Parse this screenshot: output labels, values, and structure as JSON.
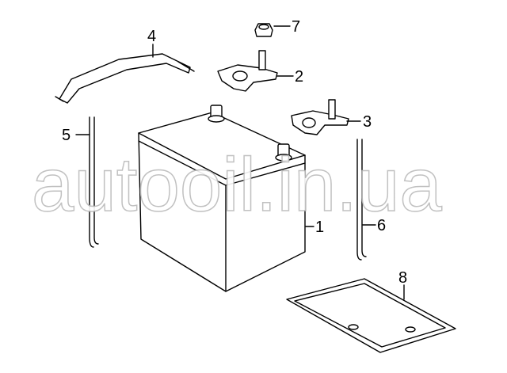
{
  "diagram": {
    "callouts": [
      {
        "id": "1",
        "label": "1"
      },
      {
        "id": "2",
        "label": "2"
      },
      {
        "id": "3",
        "label": "3"
      },
      {
        "id": "4",
        "label": "4"
      },
      {
        "id": "5",
        "label": "5"
      },
      {
        "id": "6",
        "label": "6"
      },
      {
        "id": "7",
        "label": "7"
      },
      {
        "id": "8",
        "label": "8"
      }
    ],
    "watermark": "autooil.in.ua"
  }
}
